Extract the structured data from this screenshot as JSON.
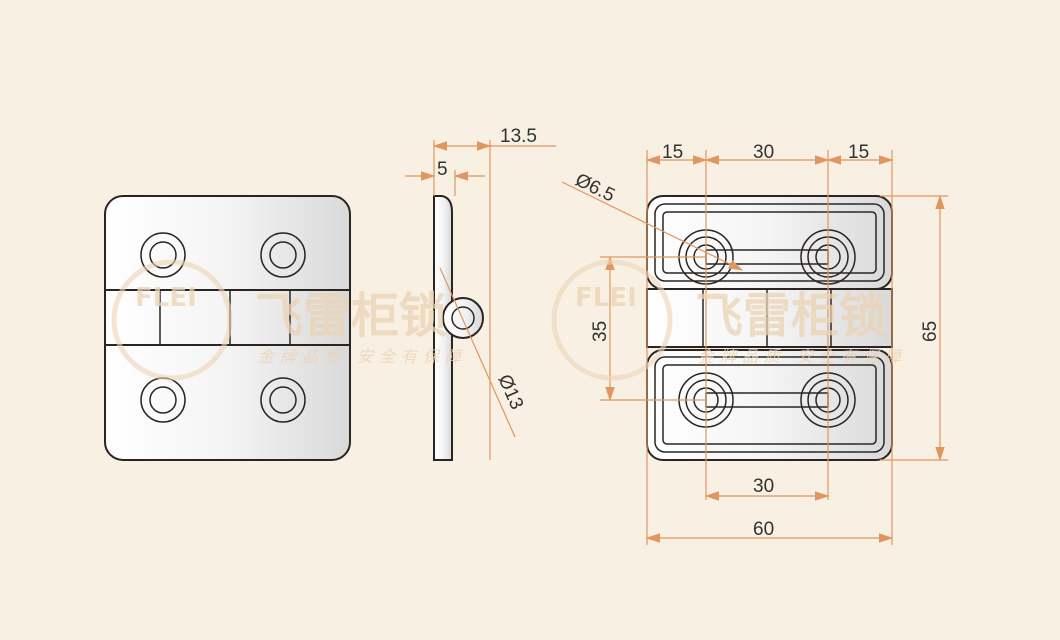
{
  "watermark": {
    "brand_latin": "FLEI",
    "brand_cn": "飞雷柜锁",
    "slogan": "金牌品质 安全有保障"
  },
  "side_view": {
    "thickness": "5",
    "depth": "13.5",
    "knuckle_diameter": "Ø13"
  },
  "top_view": {
    "left_offset": "15",
    "hole_spacing_top": "30",
    "right_offset": "15",
    "hole_diameter": "Ø6.5",
    "vertical_hole_spacing": "35",
    "height": "65",
    "hole_spacing_bottom": "30",
    "width": "60"
  },
  "colors": {
    "background": "#f7f0e3",
    "dimension": "#e0975f",
    "outline": "#2a2522"
  }
}
